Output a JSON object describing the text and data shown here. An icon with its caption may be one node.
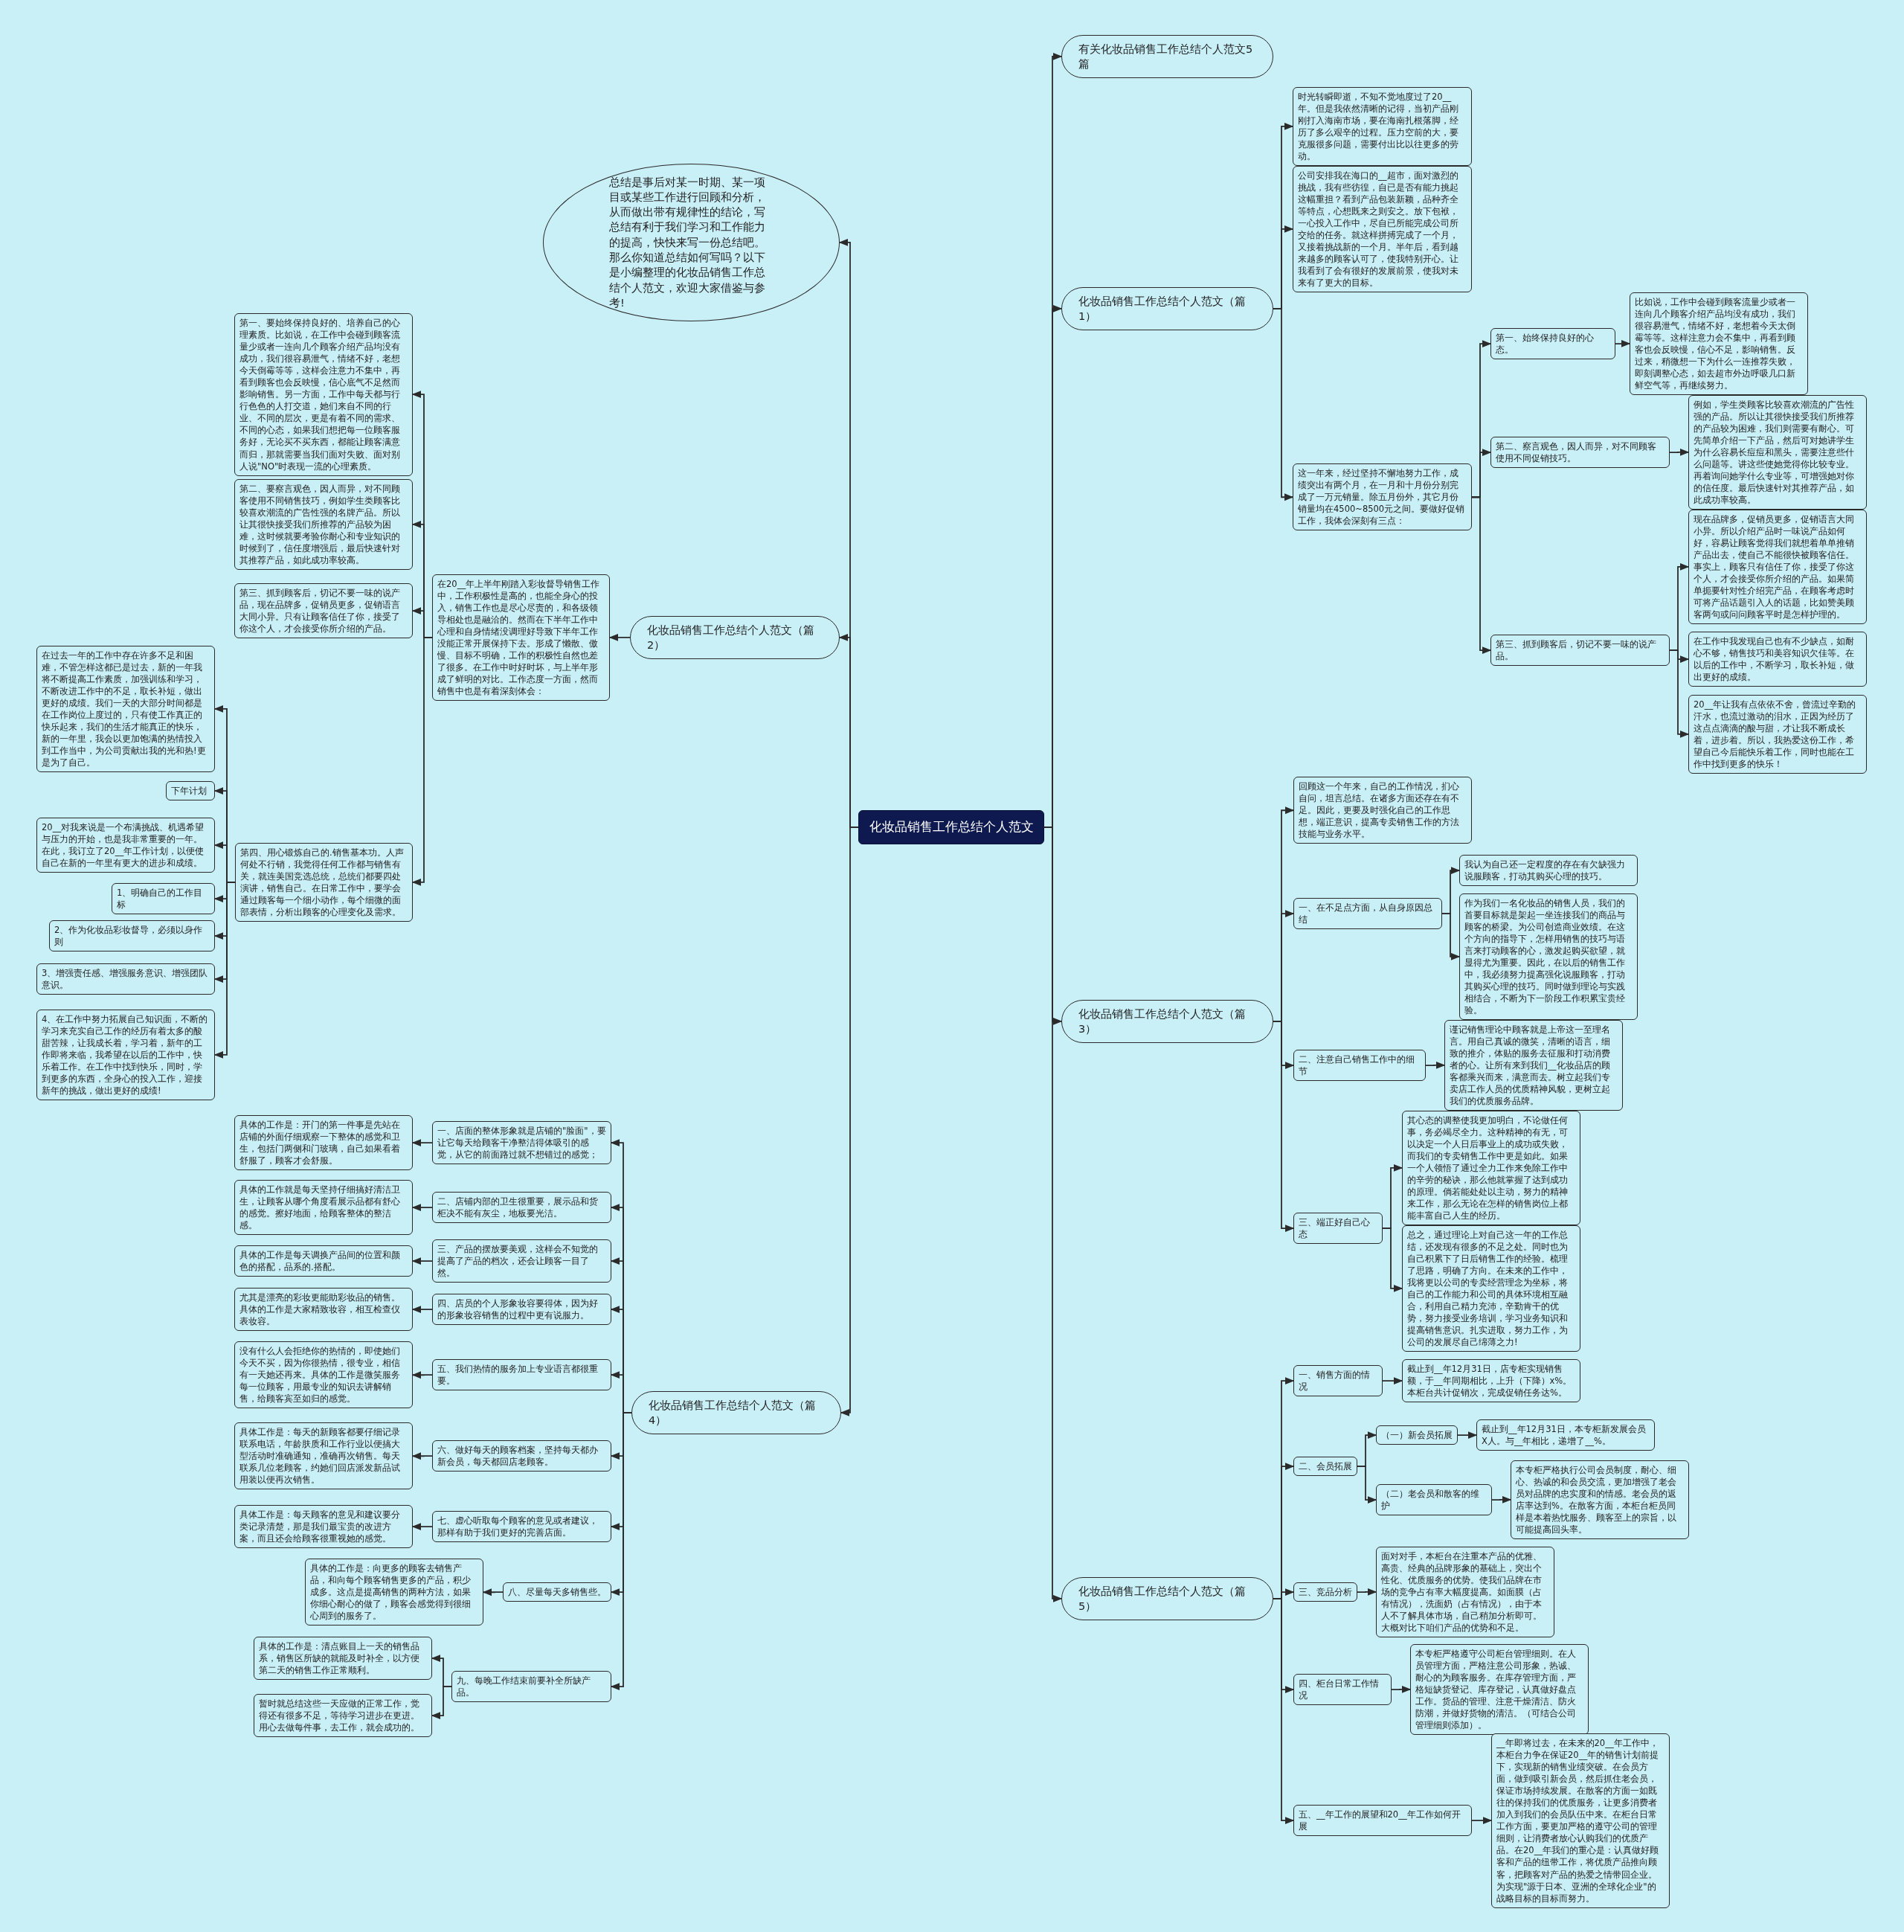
{
  "diagram": {
    "nodes": [
      {
        "text": [
          "化妆品销售工作总结个人范文"
        ]
      },
      {
        "text": [
          "有关化妆品销售工作总结个人范文5篇"
        ]
      },
      {
        "text": [
          "化妆品销售工作总结个人范文（篇1）"
        ]
      },
      {
        "text": [
          "时光转瞬即逝，不知不觉地度过了20__年。但是我依然清晰的记得，当初产品刚刚打入海南市场，要在海南扎根落脚，经历了多么艰辛的过程。压力空前的大，要克服很多问题，需要付出比以往更多的劳动。"
        ]
      },
      {
        "text": [
          "公司安排我在海口的__超市，面对激烈的挑战，我有些彷徨，自已是否有能力挑起这幅重担？看到产品包装新颖，品种齐全等特点，心想既来之则安之。放下包袱，一心投入工作中，尽自已所能完成公司所交给的任务。就这样拼搏完成了一个月，又接着挑战新的一个月。半年后，看到越来越多的顾客认可了，使我特别开心。让我看到了会有很好的发展前景，使我对未来有了更大的目标。"
        ]
      },
      {
        "text": [
          "这一年来，经过坚持不懈地努力工作，成绩突出有两个月，在一月和十月份分别完成了一万元销量。除五月份外，其它月份销量均在4500~8500元之间。要做好促销工作，我体会深刻有三点："
        ]
      },
      {
        "text": [
          "第一、始终保持良好的心态。"
        ]
      },
      {
        "text": [
          "比如说，工作中会碰到顾客流量少或者一连向几个顾客介绍产品均没有成功，我们很容易泄气，情绪不好，老想着今天太倒霉等等。这样注意力会不集中，再看到顾客也会反映慢，信心不足，影响销售。反过来，稍微想一下为什么一连推荐失败，即刻调整心态，如去超市外边呼吸几口新鲜空气等，再继续努力。"
        ]
      },
      {
        "text": [
          "第二、察言观色，因人而异，对不同顾客使用不同促销技巧。"
        ]
      },
      {
        "text": [
          "例如，学生类顾客比较喜欢潮流的广告性强的产品。所以让其很快接受我们所推荐的产品较为困难，我们则需要有耐心。可先简单介绍一下产品，然后可对她讲学生为什么容易长痘痘和黑头，需要注意些什么问题等。讲这些使她觉得你比较专业。再着询问她学什么专业等，可增强她对你的信任度。最后快速针对其推荐产品，如此成功率较高。"
        ]
      },
      {
        "text": [
          "第三、抓到顾客后，切记不要一味的说产品。"
        ]
      },
      {
        "text": [
          "现在品牌多，促销员更多，促销语言大同小异。所以介绍产品时一味说产品如何好，容易让顾客觉得我们就想着单单推销产品出去，使自己不能很快被顾客信任。事实上，顾客只有信任了你，接受了你这个人，才会接受你所介绍的产品。如果简单扼要针对性介绍完产品，在顾客考虑时可将产品话题引入人的话题，比如赞美顾客两句或问问顾客平时是怎样护理的。"
        ]
      },
      {
        "text": [
          "在工作中我发现自己也有不少缺点，如耐心不够，销售技巧和美容知识欠佳等。在以后的工作中，不断学习，取长补短，做出更好的成绩。"
        ]
      },
      {
        "text": [
          "20__年让我有点依依不舍，曾流过辛勤的汗水，也流过激动的泪水，正因为经历了这点点滴滴的酸与甜，才让我不断成长着，进步着。所以，我热爱这份工作，希望自己今后能快乐着工作，同时也能在工作中找到更多的快乐！"
        ]
      },
      {
        "text": [
          "化妆品销售工作总结个人范文（篇3）"
        ]
      },
      {
        "text": [
          "回顾这一个年来，自己的工作情况，扪心自问，坦言总结。在诸多方面还存在有不足。因此，更要及时强化自己的工作思想，端正意识，提高专卖销售工作的方法技能与业务水平。"
        ]
      },
      {
        "text": [
          "一、在不足点方面，从自身原因总结"
        ]
      },
      {
        "text": [
          "我认为自己还一定程度的存在有欠缺强力说服顾客，打动其购买心理的技巧。"
        ]
      },
      {
        "text": [
          "作为我们一名化妆品的销售人员，我们的首要目标就是架起一坐连接我们的商品与顾客的桥梁。为公司创造商业效绩。在这个方向的指导下，怎样用销售的技巧与语言来打动顾客的心，激发起购买欲望，就显得尤为重要。因此，在以后的销售工作中，我必须努力提高强化说服顾客，打动其购买心理的技巧。同时做到理论与实践相结合，不断为下一阶段工作积累宝贵经验。"
        ]
      },
      {
        "text": [
          "二、注意自己销售工作中的细节"
        ]
      },
      {
        "text": [
          "谨记销售理论中顾客就是上帝这一至理名言。用自己真诚的微笑，清晰的语言，细致的推介，体贴的服务去征服和打动消费者的心。让所有来到我们__化妆品店的顾客都乘兴而来，满意而去。树立起我们专卖店工作人员的优质精神风貌，更树立起我们的优质服务品牌。"
        ]
      },
      {
        "text": [
          "三、端正好自己心态"
        ]
      },
      {
        "text": [
          "其心态的调整使我更加明白，不论做任何事，务必竭尽全力。这种精神的有无，可以决定一个人日后事业上的成功或失败，而我们的专卖销售工作中更是如此。如果一个人领悟了通过全力工作来免除工作中的辛劳的秘诀，那么他就掌握了达到成功的原理。倘若能处处以主动，努力的精神来工作，那么无论在怎样的销售岗位上都能丰富自己人生的经历。"
        ]
      },
      {
        "text": [
          "总之，通过理论上对自己这一年的工作总结，还发现有很多的不足之处。同时也为自己积累下了日后销售工作的经验。梳理了思路，明确了方向。在未来的工作中，我将更以公司的专卖经营理念为坐标，将自己的工作能力和公司的具体环境相互融合，利用自己精力充沛，辛勤肯干的优势，努力接受业务培训，学习业务知识和提高销售意识。扎实进取，努力工作，为公司的发展尽自己绵薄之力!"
        ]
      },
      {
        "text": [
          "化妆品销售工作总结个人范文（篇5）"
        ]
      },
      {
        "text": [
          "一、销售方面的情况"
        ]
      },
      {
        "text": [
          "截止到__年12月31日，店专柜实现销售额，于__年同期相比，上升（下降）x%。本柜台共计促销次，完成促销任务达%。"
        ]
      },
      {
        "text": [
          "二、会员拓展"
        ]
      },
      {
        "text": [
          "（一）新会员拓展"
        ]
      },
      {
        "text": [
          "截止到__年12月31日，本专柜新发展会员X人。与__年相比，递增了__%。"
        ]
      },
      {
        "text": [
          "（二）老会员和散客的维护"
        ]
      },
      {
        "text": [
          "本专柜严格执行公司会员制度，耐心、细心、热诚的和会员交流，更加增强了老会员对品牌的忠实度和的情感。老会员的返店率达到%。在散客方面，本柜台柜员同样是本着热忱服务、顾客至上的宗旨，以可能提高回头率。"
        ]
      },
      {
        "text": [
          "三、竞品分析"
        ]
      },
      {
        "text": [
          "面对对手，本柜台在注重本产品的优雅、高贵、经典的品牌形象的基础上，突出个性化、优质服务的优势。使我们品牌在市场的竞争占有率大幅度提高。如面膜（占有情况），洗面奶（占有情况），由于本人不了解具体市场，自己稍加分析即可。大概对比下咱们产品的优势和不足。"
        ]
      },
      {
        "text": [
          "四、柜台日常工作情况"
        ]
      },
      {
        "text": [
          "本专柜严格遵守公司柜台管理细则。在人员管理方面，严格注意公司形象，热诚、耐心的为顾客服务。在库存管理方面，严格短缺货登记、库存登记，认真做好盘点工作。货品的管理、注意干燥清洁、防火防潮，并做好货物的清洁。（可结合公司管理细则添加）。"
        ]
      },
      {
        "text": [
          "五、__年工作的展望和20__年工作如何开展"
        ]
      },
      {
        "text": [
          "__年即将过去，在未来的20__年工作中，本柜台力争在保证20__年的销售计划前提下，实现新的销售业绩突破。在会员方面，做到吸引新会员，然后抓住老会员，保证市场持续发展。在散客的方面一如既往的保持我们的优质服务，让更多消费者加入到我们的会员队伍中来。在柜台日常工作方面，要更加严格的遵守公司的管理细则，让消费者放心认购我们的优质产品。在20__年我们的重心是：认真做好顾客和产品的纽带工作，将优质产品推向顾客，把顾客对产品的热爱之情带回企业。为实现\"源于日本、亚洲的全球化企业\"的战略目标的目标而努力。"
        ]
      },
      {
        "text": [
          "总结是事后对某一时期、某一项目或某些工作进行回顾和分析，从而做出带有规律性的结论，写总结有利于我们学习和工作能力的提高，快快来写一份总结吧。那么你知道总结如何写吗？以下是小编整理的化妆品销售工作总结个人范文，欢迎大家借鉴与参考!"
        ]
      },
      {
        "text": [
          "化妆品销售工作总结个人范文（篇2）"
        ]
      },
      {
        "text": [
          "在20__年上半年刚踏入彩妆督导销售工作中，工作积极性是高的，也能全身心的投入，销售工作也是尽心尽责的，和各级领导相处也是融洽的。然而在下半年工作中心理和自身情绪没调理好导致下半年工作没能正常开展保持下去。形成了懒散、傲慢、目标不明确，工作的积极性自然也差了很多。在工作中时好时坏，与上半年形成了鲜明的对比。工作态度一方面，然而销售中也是有着深刻体会："
        ]
      },
      {
        "text": [
          "第一、要始终保持良好的、培养自己的心理素质。比如说，在工作中会碰到顾客流量少或者一连向几个顾客介绍产品均没有成功，我们很容易泄气，情绪不好，老想今天倒霉等等，这样会注意力不集中，再看到顾客也会反映慢，信心底气不足然而影响销售。另一方面，工作中每天都与行行色色的人打交道，她们来自不同的行业、不同的层次，更是有着不同的需求、不同的心态，如果我们想把每一位顾客服务好，无论买不买东西，都能让顾客满意而归，那就需要当我们面对失败、面对别人说\"NO\"时表现一流的心理素质。"
        ]
      },
      {
        "text": [
          "第二、要察言观色，因人而异，对不同顾客使用不同销售技巧，例如学生类顾客比较喜欢潮流的广告性强的名牌产品。所以让其很快接受我们所推荐的产品较为困难，这时候就要考验你耐心和专业知识的时候到了，信任度增强后，最后快速针对其推荐产品，如此成功率较高。"
        ]
      },
      {
        "text": [
          "第三、抓到顾客后，切记不要一味的说产品，现在品牌多，促销员更多，促销语言大同小异。只有让顾客信任了你，接受了你这个人，才会接受你所介绍的产品。"
        ]
      },
      {
        "text": [
          "第四、用心锻炼自己的.销售基本功。人声何处不行销，我觉得任何工作都与销售有关，就连美国竞选总统，总统们都要四处演讲，销售自己。在日常工作中，要学会通过顾客每一个细小动作，每个细微的面部表情，分析出顾客的心理变化及需求。"
        ]
      },
      {
        "text": [
          "在过去一年的工作中存在许多不足和困难，不管怎样这都已是过去，新的一年我将不断提高工作素质，加强训练和学习，不断改进工作中的不足，取长补短，做出更好的成绩。我们一天的大部分时间都是在工作岗位上度过的，只有使工作真正的快乐起来，我们的生活才能真正的快乐，新的一年里，我会以更加饱满的热情投入到工作当中，为公司贡献出我的光和热!更是为了自己。"
        ]
      },
      {
        "text": [
          "下年计划"
        ]
      },
      {
        "text": [
          "20__对我来说是一个布满挑战、机遇希望与压力的开始，也是我非常重要的一年。在此，我订立了20__年工作计划，以便使自己在新的一年里有更大的进步和成绩。"
        ]
      },
      {
        "text": [
          "1、明确自己的工作目标"
        ]
      },
      {
        "text": [
          "2、作为化妆品彩妆督导，必须以身作则"
        ]
      },
      {
        "text": [
          "3、增强责任感、增强服务意识、增强团队意识。"
        ]
      },
      {
        "text": [
          "4、在工作中努力拓展自己知识面，不断的学习来充实自己工作的经历有着太多的酸甜苦辣，让我成长着，学习着，新年的工作即将来临，我希望在以后的工作中，快乐着工作。在工作中找到快乐，同时，学到更多的东西，全身心的投入工作，迎接新年的挑战，做出更好的成绩!"
        ]
      },
      {
        "text": [
          "化妆品销售工作总结个人范文（篇4）"
        ]
      },
      {
        "text": [
          "一、店面的整体形象就是店铺的\"脸面\"，要让它每天给顾客干净整洁得体吸引的感觉，从它的前面路过就不想错过的感觉；"
        ]
      },
      {
        "text": [
          "具体的工作是：开门的第一件事是先站在店铺的外面仔细观察一下整体的感觉和卫生，包括门两侧和门玻璃，自己如果看着舒服了，顾客才会舒服。"
        ]
      },
      {
        "text": [
          "二、店铺内部的卫生很重要，展示品和货柜决不能有灰尘，地板要光洁。"
        ]
      },
      {
        "text": [
          "具体的工作就是每天坚持仔细搞好清洁卫生，让顾客从哪个角度看展示品都有舒心的感觉。擦好地面，给顾客整体的整洁感。"
        ]
      },
      {
        "text": [
          "三、产品的摆放要美观，这样会不知觉的提高了产品的档次，还会让顾客一目了然。"
        ]
      },
      {
        "text": [
          "具体的工作是每天调换产品间的位置和颜色的搭配，品系的.搭配。"
        ]
      },
      {
        "text": [
          "四、店员的个人形象妆容要得体，因为好的形象妆容销售的过程中更有说服力。"
        ]
      },
      {
        "text": [
          "尤其是漂亮的彩妆更能助彩妆品的销售。具体的工作是大家精致妆容，相互检查仪表妆容。"
        ]
      },
      {
        "text": [
          "五、我们热情的服务加上专业语言都很重要。"
        ]
      },
      {
        "text": [
          "没有什么人会拒绝你的热情的，即使她们今天不买，因为你很热情，很专业，相信有一天她还再来。具体的工作是微笑服务每一位顾客，用最专业的知识去讲解销售，给顾客宾至如归的感觉。"
        ]
      },
      {
        "text": [
          "六、做好每天的顾客档案，坚持每天都办新会员，每天都回店老顾客。"
        ]
      },
      {
        "text": [
          "具体工作是：每天的新顾客都要仔细记录联系电话，年龄肤质和工作行业以便搞大型活动时准确通知，准确再次销售。每天联系几位老顾客，约她们回店派发新品试用装以便再次销售。"
        ]
      },
      {
        "text": [
          "七、虚心听取每个顾客的意见或者建议，那样有助于我们更好的完善店面。"
        ]
      },
      {
        "text": [
          "具体工作是：每天顾客的意见和建议要分类记录清楚，那是我们最宝贵的改进方案，而且还会给顾客很重视她的感觉。"
        ]
      },
      {
        "text": [
          "八、尽量每天多销售些。"
        ]
      },
      {
        "text": [
          "具体的工作是：向更多的顾客去销售产品，和向每个顾客销售更多的产品，积少成多。这点是提高销售的两种方法，如果你细心耐心的做了，顾客会感觉得到很细心周到的服务了。"
        ]
      },
      {
        "text": [
          "九、每晚工作结束前要补全所缺产品。"
        ]
      },
      {
        "text": [
          "具体的工作是：清点账目上一天的销售品系，销售区所缺的就能及时补全，以方便第二天的销售工作正常顺利。"
        ]
      },
      {
        "text": [
          "暂时就总结这些一天应做的正常工作，觉得还有很多不足，等待学习进步在更进。用心去做每件事，去工作，就会成功的。"
        ]
      }
    ],
    "edges": [
      {
        "from": 0,
        "to": 1,
        "arrow": "to"
      },
      {
        "from": 0,
        "to": 2,
        "arrow": "to"
      },
      {
        "from": 2,
        "to": 3,
        "arrow": "to"
      },
      {
        "from": 2,
        "to": 4,
        "arrow": "to"
      },
      {
        "from": 2,
        "to": 5,
        "arrow": "to"
      },
      {
        "from": 5,
        "to": 6,
        "arrow": "to"
      },
      {
        "from": 6,
        "to": 7,
        "arrow": "to"
      },
      {
        "from": 5,
        "to": 8,
        "arrow": "to"
      },
      {
        "from": 8,
        "to": 9,
        "arrow": "to"
      },
      {
        "from": 5,
        "to": 10,
        "arrow": "to"
      },
      {
        "from": 10,
        "to": 11,
        "arrow": "to"
      },
      {
        "from": 10,
        "to": 12,
        "arrow": "to"
      },
      {
        "from": 10,
        "to": 13,
        "arrow": "to"
      },
      {
        "from": 0,
        "to": 14,
        "arrow": "to"
      },
      {
        "from": 14,
        "to": 15,
        "arrow": "to"
      },
      {
        "from": 14,
        "to": 16,
        "arrow": "to"
      },
      {
        "from": 16,
        "to": 17,
        "arrow": "to"
      },
      {
        "from": 16,
        "to": 18,
        "arrow": "to"
      },
      {
        "from": 14,
        "to": 19,
        "arrow": "to"
      },
      {
        "from": 19,
        "to": 20,
        "arrow": "to"
      },
      {
        "from": 14,
        "to": 21,
        "arrow": "to"
      },
      {
        "from": 21,
        "to": 22,
        "arrow": "to"
      },
      {
        "from": 21,
        "to": 23,
        "arrow": "to"
      },
      {
        "from": 0,
        "to": 24,
        "arrow": "to"
      },
      {
        "from": 24,
        "to": 25,
        "arrow": "to"
      },
      {
        "from": 25,
        "to": 26,
        "arrow": "to"
      },
      {
        "from": 24,
        "to": 27,
        "arrow": "to"
      },
      {
        "from": 27,
        "to": 28,
        "arrow": "to"
      },
      {
        "from": 28,
        "to": 29,
        "arrow": "to"
      },
      {
        "from": 27,
        "to": 30,
        "arrow": "to"
      },
      {
        "from": 30,
        "to": 31,
        "arrow": "to"
      },
      {
        "from": 24,
        "to": 32,
        "arrow": "to"
      },
      {
        "from": 32,
        "to": 33,
        "arrow": "to"
      },
      {
        "from": 24,
        "to": 34,
        "arrow": "to"
      },
      {
        "from": 34,
        "to": 35,
        "arrow": "to"
      },
      {
        "from": 24,
        "to": 36,
        "arrow": "to"
      },
      {
        "from": 36,
        "to": 37,
        "arrow": "to"
      },
      {
        "from": 0,
        "to": 38,
        "arrow": "to"
      },
      {
        "from": 0,
        "to": 39,
        "arrow": "to"
      },
      {
        "from": 39,
        "to": 40,
        "arrow": "to"
      },
      {
        "from": 40,
        "to": 41,
        "arrow": "to"
      },
      {
        "from": 40,
        "to": 42,
        "arrow": "to"
      },
      {
        "from": 40,
        "to": 43,
        "arrow": "to"
      },
      {
        "from": 40,
        "to": 44,
        "arrow": "to"
      },
      {
        "from": 44,
        "to": 45,
        "arrow": "to"
      },
      {
        "from": 44,
        "to": 46,
        "arrow": "to"
      },
      {
        "from": 44,
        "to": 47,
        "arrow": "to"
      },
      {
        "from": 44,
        "to": 48,
        "arrow": "to"
      },
      {
        "from": 44,
        "to": 49,
        "arrow": "to"
      },
      {
        "from": 44,
        "to": 50,
        "arrow": "to"
      },
      {
        "from": 44,
        "to": 51,
        "arrow": "to"
      },
      {
        "from": 0,
        "to": 52,
        "arrow": "to"
      },
      {
        "from": 52,
        "to": 53,
        "arrow": "to"
      },
      {
        "from": 53,
        "to": 54,
        "arrow": "to"
      },
      {
        "from": 52,
        "to": 55,
        "arrow": "to"
      },
      {
        "from": 55,
        "to": 56,
        "arrow": "to"
      },
      {
        "from": 52,
        "to": 57,
        "arrow": "to"
      },
      {
        "from": 57,
        "to": 58,
        "arrow": "to"
      },
      {
        "from": 52,
        "to": 59,
        "arrow": "to"
      },
      {
        "from": 59,
        "to": 60,
        "arrow": "to"
      },
      {
        "from": 52,
        "to": 61,
        "arrow": "to"
      },
      {
        "from": 61,
        "to": 62,
        "arrow": "to"
      },
      {
        "from": 52,
        "to": 63,
        "arrow": "to"
      },
      {
        "from": 63,
        "to": 64,
        "arrow": "to"
      },
      {
        "from": 52,
        "to": 65,
        "arrow": "to"
      },
      {
        "from": 65,
        "to": 66,
        "arrow": "to"
      },
      {
        "from": 52,
        "to": 67,
        "arrow": "to"
      },
      {
        "from": 67,
        "to": 68,
        "arrow": "to"
      },
      {
        "from": 52,
        "to": 69,
        "arrow": "to"
      },
      {
        "from": 69,
        "to": 70,
        "arrow": "to"
      },
      {
        "from": 69,
        "to": 71,
        "arrow": "to"
      }
    ]
  }
}
